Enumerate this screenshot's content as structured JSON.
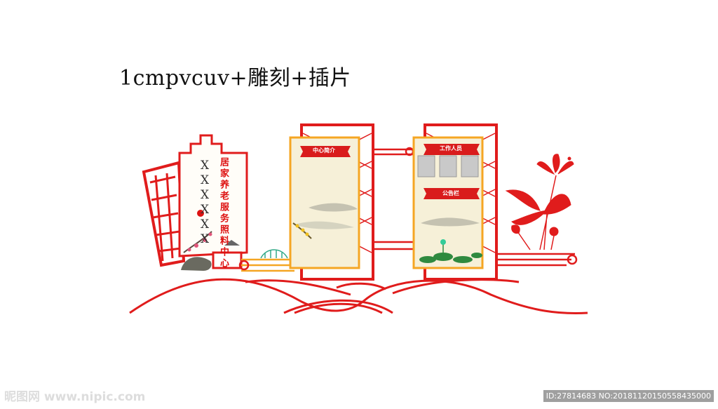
{
  "header": {
    "spec_text": "1cmpvcuv+雕刻+插片"
  },
  "left_panel": {
    "placeholder": "XXXXXX",
    "title": "居家养老服务照料中心"
  },
  "panel_two": {
    "banner": "中心简介"
  },
  "panel_three": {
    "banner_staff": "工作人员",
    "banner_notice": "公告栏"
  },
  "watermark": {
    "left": "昵图网 www.nipic.com",
    "right": "ID:27814683 NO:20181120150558435000"
  },
  "colors": {
    "red": "#e01c1c",
    "orange": "#f5a623",
    "paper": "#f6f0d8"
  }
}
